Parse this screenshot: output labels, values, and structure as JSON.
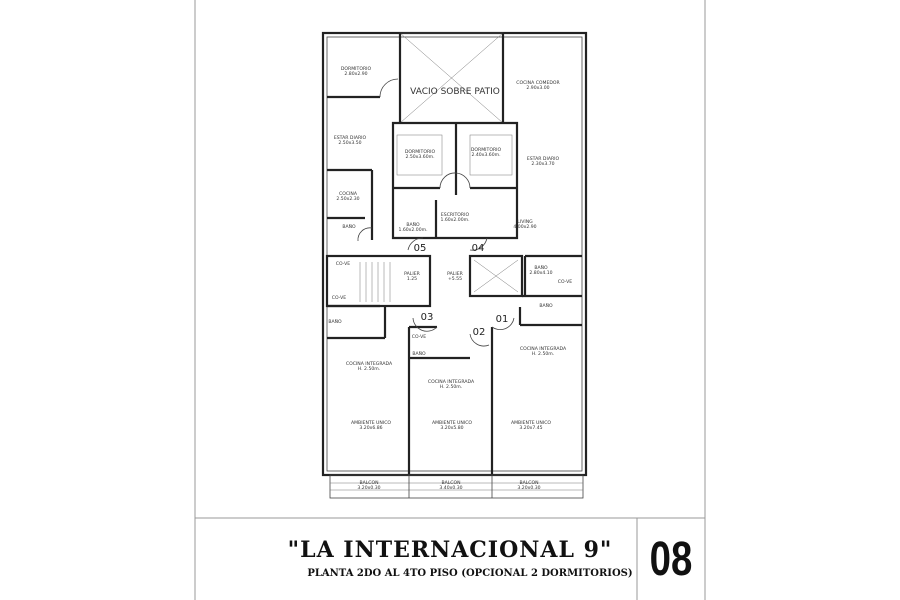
{
  "title_block": {
    "project_name": "\"LA INTERNACIONAL 9\"",
    "subtitle": "PLANTA 2DO AL 4TO PISO (OPCIONAL 2 DORMITORIOS)",
    "sheet_number": "08"
  },
  "plan": {
    "rooms": [
      {
        "name": "DORMITORIO",
        "size": "2.80x2.90"
      },
      {
        "name": "VACIO SOBRE PATIO",
        "size": ""
      },
      {
        "name": "COCINA COMEDOR",
        "size": "2.90x3.00"
      },
      {
        "name": "ESTAR DIARIO",
        "size": "2.50x3.50"
      },
      {
        "name": "DORMITORIO",
        "size": "2.50x3.60m."
      },
      {
        "name": "DORMITORIO",
        "size": "2.40x3.60m."
      },
      {
        "name": "ESTAR DIARIO",
        "size": "2.30x3.70"
      },
      {
        "name": "COCINA",
        "size": "2.50x2.30"
      },
      {
        "name": "ESCRITORIO",
        "size": "1.60x2.00m."
      },
      {
        "name": "BAÑO",
        "size": "1.60x2.00m."
      },
      {
        "name": "LIVING",
        "size": "4.00x2.90"
      },
      {
        "name": "BAÑO",
        "size": ""
      },
      {
        "name": "BAÑO",
        "size": "2.80x4.10"
      },
      {
        "name": "PALIER",
        "size": "1.25"
      },
      {
        "name": "PALIER",
        "size": "+5.55"
      },
      {
        "name": "BAÑO",
        "size": ""
      },
      {
        "name": "BAÑO",
        "size": ""
      },
      {
        "name": "BAÑO",
        "size": ""
      },
      {
        "name": "COCINA INTEGRADA",
        "size": "H. 2.50m."
      },
      {
        "name": "COCINA INTEGRADA",
        "size": "H. 2.50m."
      },
      {
        "name": "COCINA INTEGRADA",
        "size": "H. 2.50m."
      },
      {
        "name": "AMBIENTE UNICO",
        "size": "3.20x6.86"
      },
      {
        "name": "AMBIENTE UNICO",
        "size": "3.20x5.80"
      },
      {
        "name": "AMBIENTE UNICO",
        "size": "3.20x7.45"
      },
      {
        "name": "BALCON",
        "size": "3.20x0.30"
      },
      {
        "name": "BALCON",
        "size": "3.40x0.30"
      },
      {
        "name": "BALCON",
        "size": "3.20x0.30"
      }
    ],
    "unit_numbers": [
      "05",
      "04",
      "03",
      "02",
      "01"
    ],
    "co_ve_label": "CO-VE"
  }
}
